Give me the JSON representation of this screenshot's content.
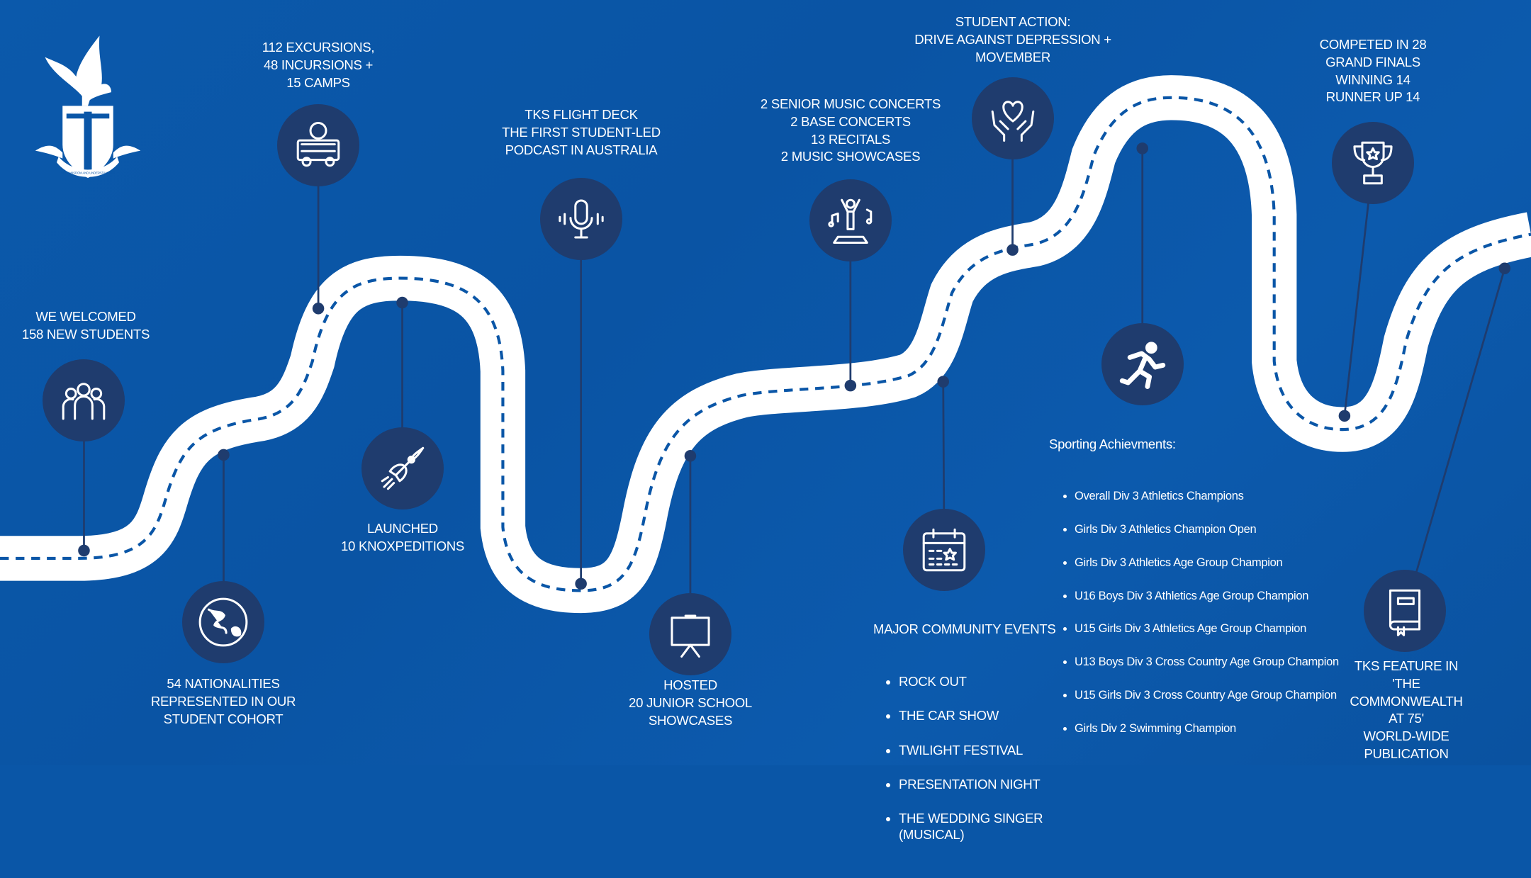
{
  "logo": {
    "motto": "SEEK WISDOM AND UNDERSTANDING"
  },
  "milestones": {
    "welcomed": "WE WELCOMED\n158 NEW STUDENTS",
    "nationalities": "54 NATIONALITIES\nREPRESENTED IN OUR\nSTUDENT COHORT",
    "excursions": "112 EXCURSIONS,\n48 INCURSIONS +\n15 CAMPS",
    "launched": "LAUNCHED\n10 KNOXPEDITIONS",
    "podcast": "TKS FLIGHT DECK\nTHE FIRST STUDENT-LED\nPODCAST IN AUSTRALIA",
    "hosted": "HOSTED\n20 JUNIOR SCHOOL\nSHOWCASES",
    "music": "2 SENIOR MUSIC CONCERTS\n2 BASE CONCERTS\n13 RECITALS\n2 MUSIC SHOWCASES",
    "community": {
      "title": "MAJOR COMMUNITY EVENTS",
      "items": [
        "ROCK OUT",
        "THE CAR SHOW",
        "TWILIGHT FESTIVAL",
        "PRESENTATION NIGHT",
        "THE WEDDING SINGER\n(MUSICAL)"
      ]
    },
    "student_action": "STUDENT ACTION:\nDRIVE AGAINST DEPRESSION +\nMOVEMBER",
    "sporting": {
      "title": "Sporting Achievments:",
      "items": [
        "Overall Div 3 Athletics Champions",
        "Girls Div 3 Athletics Champion Open",
        "Girls Div 3 Athletics Age Group Champion",
        "U16 Boys Div 3 Athletics Age Group Champion",
        "U15 Girls Div 3 Athletics Age Group Champion",
        "U13 Boys Div 3 Cross Country Age Group Champion",
        "U15 Girls Div 3 Cross Country Age Group Champion",
        "Girls Div 2 Swimming Champion"
      ]
    },
    "grand_finals": "COMPETED IN 28\nGRAND FINALS\nWINNING 14\nRUNNER UP 14",
    "feature": "TKS FEATURE IN\n'THE COMMONWEALTH AT 75'\nWORLD-WIDE PUBLICATION"
  },
  "colors": {
    "background": "#0a56a7",
    "bubble": "#1f3c6e",
    "road": "#ffffff",
    "dash": "#0a56a7"
  }
}
